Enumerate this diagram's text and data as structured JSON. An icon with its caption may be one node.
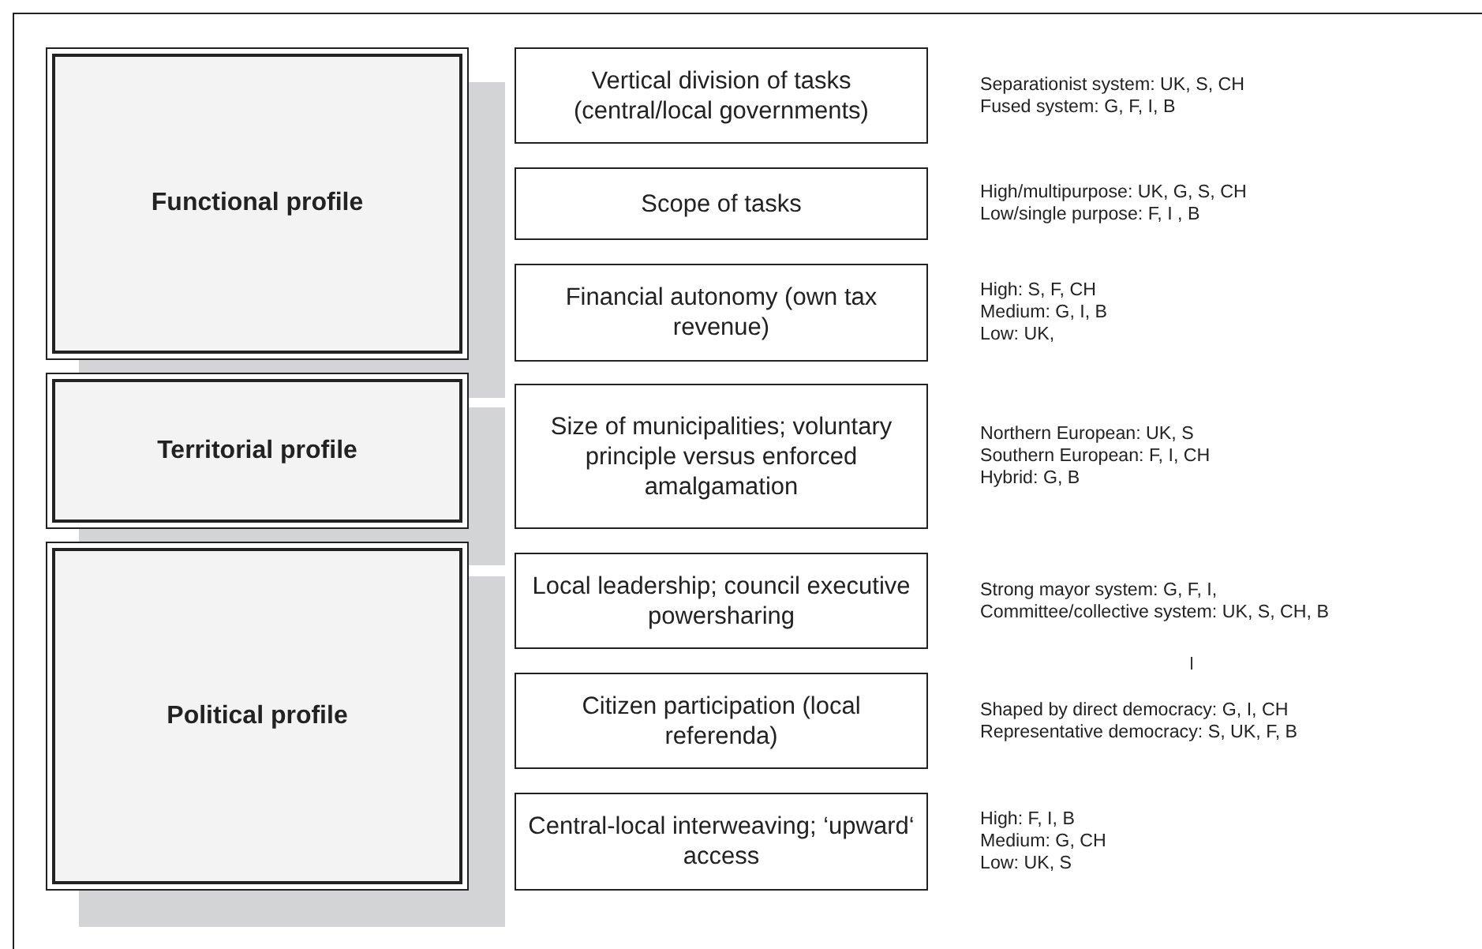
{
  "diagram": {
    "nodes": [
      {
        "text": [
          "Functional profile"
        ]
      },
      {
        "text": [
          "Territorial profile"
        ]
      },
      {
        "text": [
          "Political profile"
        ]
      },
      {
        "text": [
          "Vertical division of tasks (central/local governments)"
        ],
        "beside": [
          "Separationist system: UK, S, CH",
          "Fused system: G, F, I, B"
        ]
      },
      {
        "text": [
          "Scope of tasks"
        ],
        "beside": [
          "High/multipurpose: UK, G, S, CH",
          "Low/single purpose: F, I , B"
        ]
      },
      {
        "text": [
          "Financial autonomy (own tax revenue)"
        ],
        "beside": [
          "High: S, F, CH",
          "Medium: G, I, B",
          "Low: UK,"
        ]
      },
      {
        "text": [
          "Size of municipalities; voluntary principle versus enforced amalgamation"
        ],
        "beside": [
          "Northern European: UK, S",
          "Southern European: F, I, CH",
          "Hybrid: G, B"
        ]
      },
      {
        "text": [
          "Local leadership; council executive powersharing"
        ],
        "beside": [
          "Strong mayor system: G, F, I,",
          "Committee/collective system: UK, S, CH, B"
        ]
      },
      {
        "text": [
          "Citizen participation (local referenda)"
        ],
        "beside": [
          "Shaped by direct democracy: G, I, CH",
          "Representative democracy: S, UK, F, B"
        ]
      },
      {
        "text": [
          "Central-local interweaving; ‘upward‘ access"
        ],
        "beside": [
          "High: F, I, B",
          "Medium: G, CH",
          "Low: UK, S"
        ]
      }
    ]
  }
}
